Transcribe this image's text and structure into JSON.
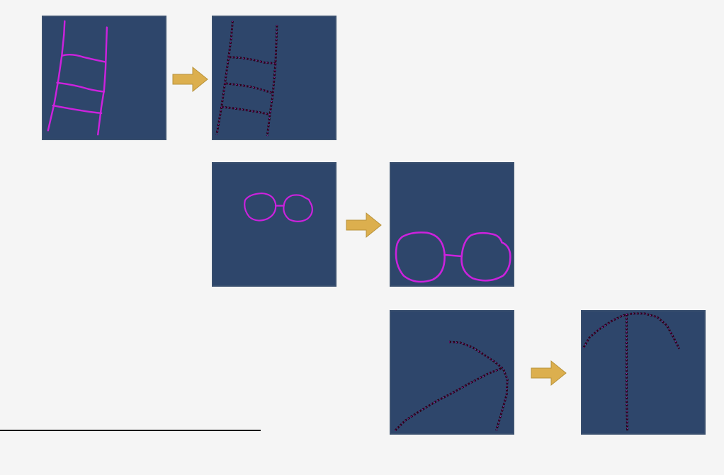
{
  "colors": {
    "background": "#f5f5f5",
    "panel_fill": "#2e466b",
    "panel_border": "#394f6e",
    "stroke_magenta": "#cc22dd",
    "stroke_dark": "#2a0418",
    "arrow_fill": "#dcaf4e",
    "arrow_outline": "#b8923a",
    "rule": "#111111"
  },
  "rows": [
    {
      "subject": "ladder",
      "input_stroke": "magenta",
      "output_stroke": "dark-dashed"
    },
    {
      "subject": "eyeglasses",
      "input_stroke": "magenta",
      "output_stroke": "magenta"
    },
    {
      "subject": "pickaxe",
      "input_stroke": "dark-dashed",
      "output_stroke": "dark-dashed"
    }
  ]
}
